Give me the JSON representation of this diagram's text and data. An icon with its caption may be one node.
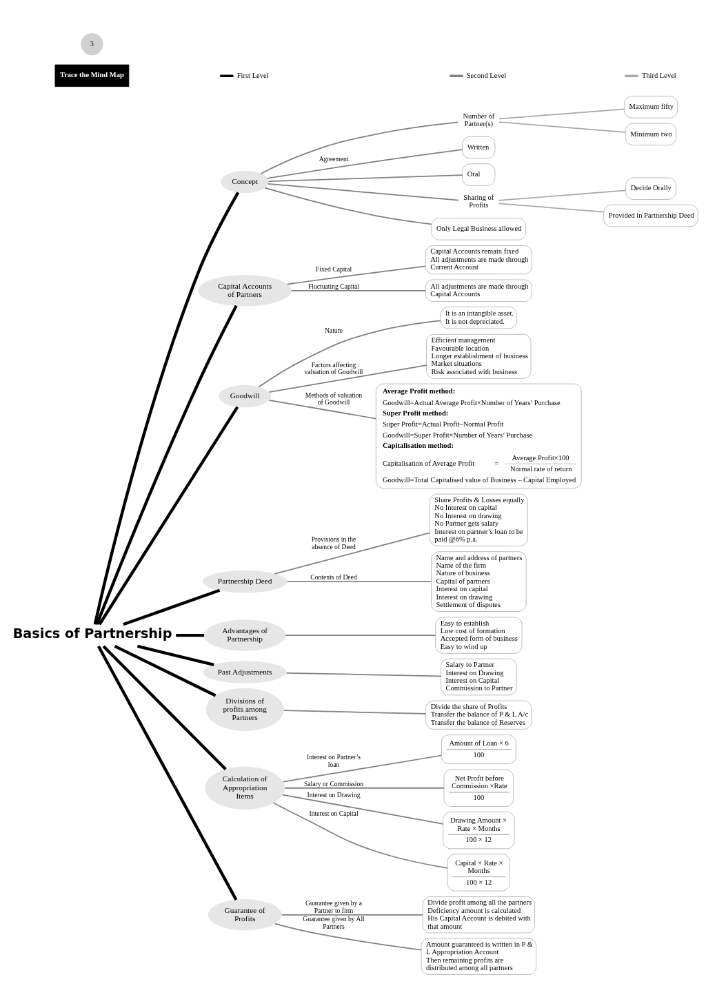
{
  "diagram": {
    "nodes": [
      {
        "text": [
          "Basics of Partnership"
        ]
      },
      {
        "text": [
          "Concept"
        ]
      },
      {
        "text": [
          "Number of Partner(s)"
        ]
      },
      {
        "text": [
          "Maximum fifty"
        ]
      },
      {
        "text": [
          "Minimum two"
        ]
      },
      {
        "text": [
          "Written"
        ]
      },
      {
        "text": [
          "Oral"
        ]
      },
      {
        "text": [
          "Sharing of Profits"
        ]
      },
      {
        "text": [
          "Decide Orally"
        ]
      },
      {
        "text": [
          "Provided in Partnership Deed"
        ]
      },
      {
        "text": [
          "Only Legal Business allowed"
        ]
      },
      {
        "text": [
          "Capital Accounts of Partners"
        ]
      },
      {
        "text": [
          "Capital Accounts remain fixed",
          "All adjustments are made through Current Account"
        ]
      },
      {
        "text": [
          "All adjustments are made through Capital Accounts"
        ]
      },
      {
        "text": [
          "Goodwill"
        ]
      },
      {
        "text": [
          "It is an intangible asset.",
          "It is not depreciated."
        ]
      },
      {
        "text": [
          "Efficient management",
          "Favourable location",
          "Longer establishment of business",
          "Market situations",
          "Risk associated with business"
        ]
      },
      {
        "text": [
          "Average Profit method:",
          "Goodwill=Actual Average Profit×Number of Years’ Purchase",
          "Super Profit method:",
          "Super Profit=Actual Profit–Normal Profit",
          "Goodwill=Super Profit×Number of Years’ Purchase",
          "Capitalisation method:",
          "Capitalisation of Average Profit",
          "=",
          "Average Profit×100",
          "Normal rate of return",
          "Goodwill=Total Capitalised value of Business – Capital Employed"
        ]
      },
      {
        "text": [
          "Partnership Deed"
        ]
      },
      {
        "text": [
          "Share Profits & Losses equally",
          "No Interest on capital",
          "No Interest on drawing",
          "No Partner gets salary",
          "Interest on partner’s loan to be paid @6% p.a."
        ]
      },
      {
        "text": [
          "Name and address of partners",
          "Name of the firm",
          "Nature of business",
          "Capital of partners",
          "Interest on capital",
          "Interest on drawing",
          "Settlement of disputes"
        ]
      },
      {
        "text": [
          "Advantages of Partnership"
        ]
      },
      {
        "text": [
          "Easy to establish",
          "Low cost of formation",
          "Accepted form of business",
          "Easy to wind up"
        ]
      },
      {
        "text": [
          "Past Adjustments"
        ]
      },
      {
        "text": [
          "Salary to Partner",
          "Interest on Drawing",
          "Interest on Capital",
          "Commission to Partner"
        ]
      },
      {
        "text": [
          "Divisions of profits among Partners"
        ]
      },
      {
        "text": [
          "Divide the share of Profits",
          "Transfer the balance of P & L A/c",
          "Transfer the balance of Reserves"
        ]
      },
      {
        "text": [
          "Calculation of Appropriation Items"
        ]
      },
      {
        "text": [
          "Amount of Loan × 6",
          "100"
        ]
      },
      {
        "text": [
          "Net Profit before Commission ×Rate",
          "100"
        ]
      },
      {
        "text": [
          "Drawing Amount × Rate × Months",
          "100 × 12"
        ]
      },
      {
        "text": [
          "Capital × Rate × Months",
          "100 × 12"
        ]
      },
      {
        "text": [
          "Guarantee of Profits"
        ]
      },
      {
        "text": [
          "Divide profit among all the partners",
          "Deficiency amount is calculated",
          "His Capital Account is debited with that amount"
        ]
      },
      {
        "text": [
          "Amount guaranteed is written in P & L Appropriation Account",
          "Then remaining profits are distributed among all partners"
        ]
      }
    ],
    "edges": [
      {
        "from": 0,
        "to": 1,
        "arrow": "none",
        "style": "thick",
        "color": "#000000"
      },
      {
        "from": 0,
        "to": 11,
        "arrow": "none",
        "style": "thick",
        "color": "#000000"
      },
      {
        "from": 0,
        "to": 14,
        "arrow": "none",
        "style": "thick",
        "color": "#000000"
      },
      {
        "from": 0,
        "to": 18,
        "arrow": "none",
        "style": "thick",
        "color": "#000000"
      },
      {
        "from": 0,
        "to": 21,
        "arrow": "none",
        "style": "thick",
        "color": "#000000"
      },
      {
        "from": 0,
        "to": 23,
        "arrow": "none",
        "style": "thick",
        "color": "#000000"
      },
      {
        "from": 0,
        "to": 25,
        "arrow": "none",
        "style": "thick",
        "color": "#000000"
      },
      {
        "from": 0,
        "to": 27,
        "arrow": "none",
        "style": "thick",
        "color": "#000000"
      },
      {
        "from": 0,
        "to": 32,
        "arrow": "none",
        "style": "thick",
        "color": "#000000"
      },
      {
        "from": 1,
        "to": 2,
        "arrow": "none"
      },
      {
        "from": 1,
        "to": 5,
        "arrow": "none",
        "label": "Agreement"
      },
      {
        "from": 1,
        "to": 6,
        "arrow": "none"
      },
      {
        "from": 1,
        "to": 7,
        "arrow": "none"
      },
      {
        "from": 1,
        "to": 10,
        "arrow": "none"
      },
      {
        "from": 2,
        "to": 3,
        "arrow": "none",
        "color": "#a8a8a8"
      },
      {
        "from": 2,
        "to": 4,
        "arrow": "none",
        "color": "#a8a8a8"
      },
      {
        "from": 7,
        "to": 8,
        "arrow": "none",
        "color": "#a8a8a8"
      },
      {
        "from": 7,
        "to": 9,
        "arrow": "none",
        "color": "#a8a8a8"
      },
      {
        "from": 11,
        "to": 12,
        "arrow": "none",
        "label": "Fixed Capital"
      },
      {
        "from": 11,
        "to": 13,
        "arrow": "none",
        "label": "Fluctuating Capital"
      },
      {
        "from": 14,
        "to": 15,
        "arrow": "none",
        "label": "Nature"
      },
      {
        "from": 14,
        "to": 16,
        "arrow": "none",
        "label": "Factors affecting valuation of Goodwill"
      },
      {
        "from": 14,
        "to": 17,
        "arrow": "none",
        "label": "Methods of valuation of Goodwill"
      },
      {
        "from": 18,
        "to": 19,
        "arrow": "none",
        "label": "Provisions in the absence of Deed"
      },
      {
        "from": 18,
        "to": 20,
        "arrow": "none",
        "label": "Contents of Deed"
      },
      {
        "from": 21,
        "to": 22,
        "arrow": "none"
      },
      {
        "from": 23,
        "to": 24,
        "arrow": "none"
      },
      {
        "from": 25,
        "to": 26,
        "arrow": "none"
      },
      {
        "from": 27,
        "to": 28,
        "arrow": "none",
        "label": "Interest on Partner’s loan"
      },
      {
        "from": 27,
        "to": 29,
        "arrow": "none",
        "label": "Salary or Commission"
      },
      {
        "from": 27,
        "to": 30,
        "arrow": "none",
        "label": "Interest on Drawing"
      },
      {
        "from": 27,
        "to": 31,
        "arrow": "none",
        "label": "Interest on Capital"
      },
      {
        "from": 32,
        "to": 33,
        "arrow": "none",
        "label": "Guarantee given by a Partner to firm"
      },
      {
        "from": 32,
        "to": 34,
        "arrow": "none",
        "label": "Guarantee given by All Partners"
      }
    ],
    "labels": [
      "Trace the Mind Map",
      "3"
    ],
    "legend": [
      {
        "text": "First Level"
      },
      {
        "text": "Second Level"
      },
      {
        "text": "Third Level"
      }
    ]
  }
}
